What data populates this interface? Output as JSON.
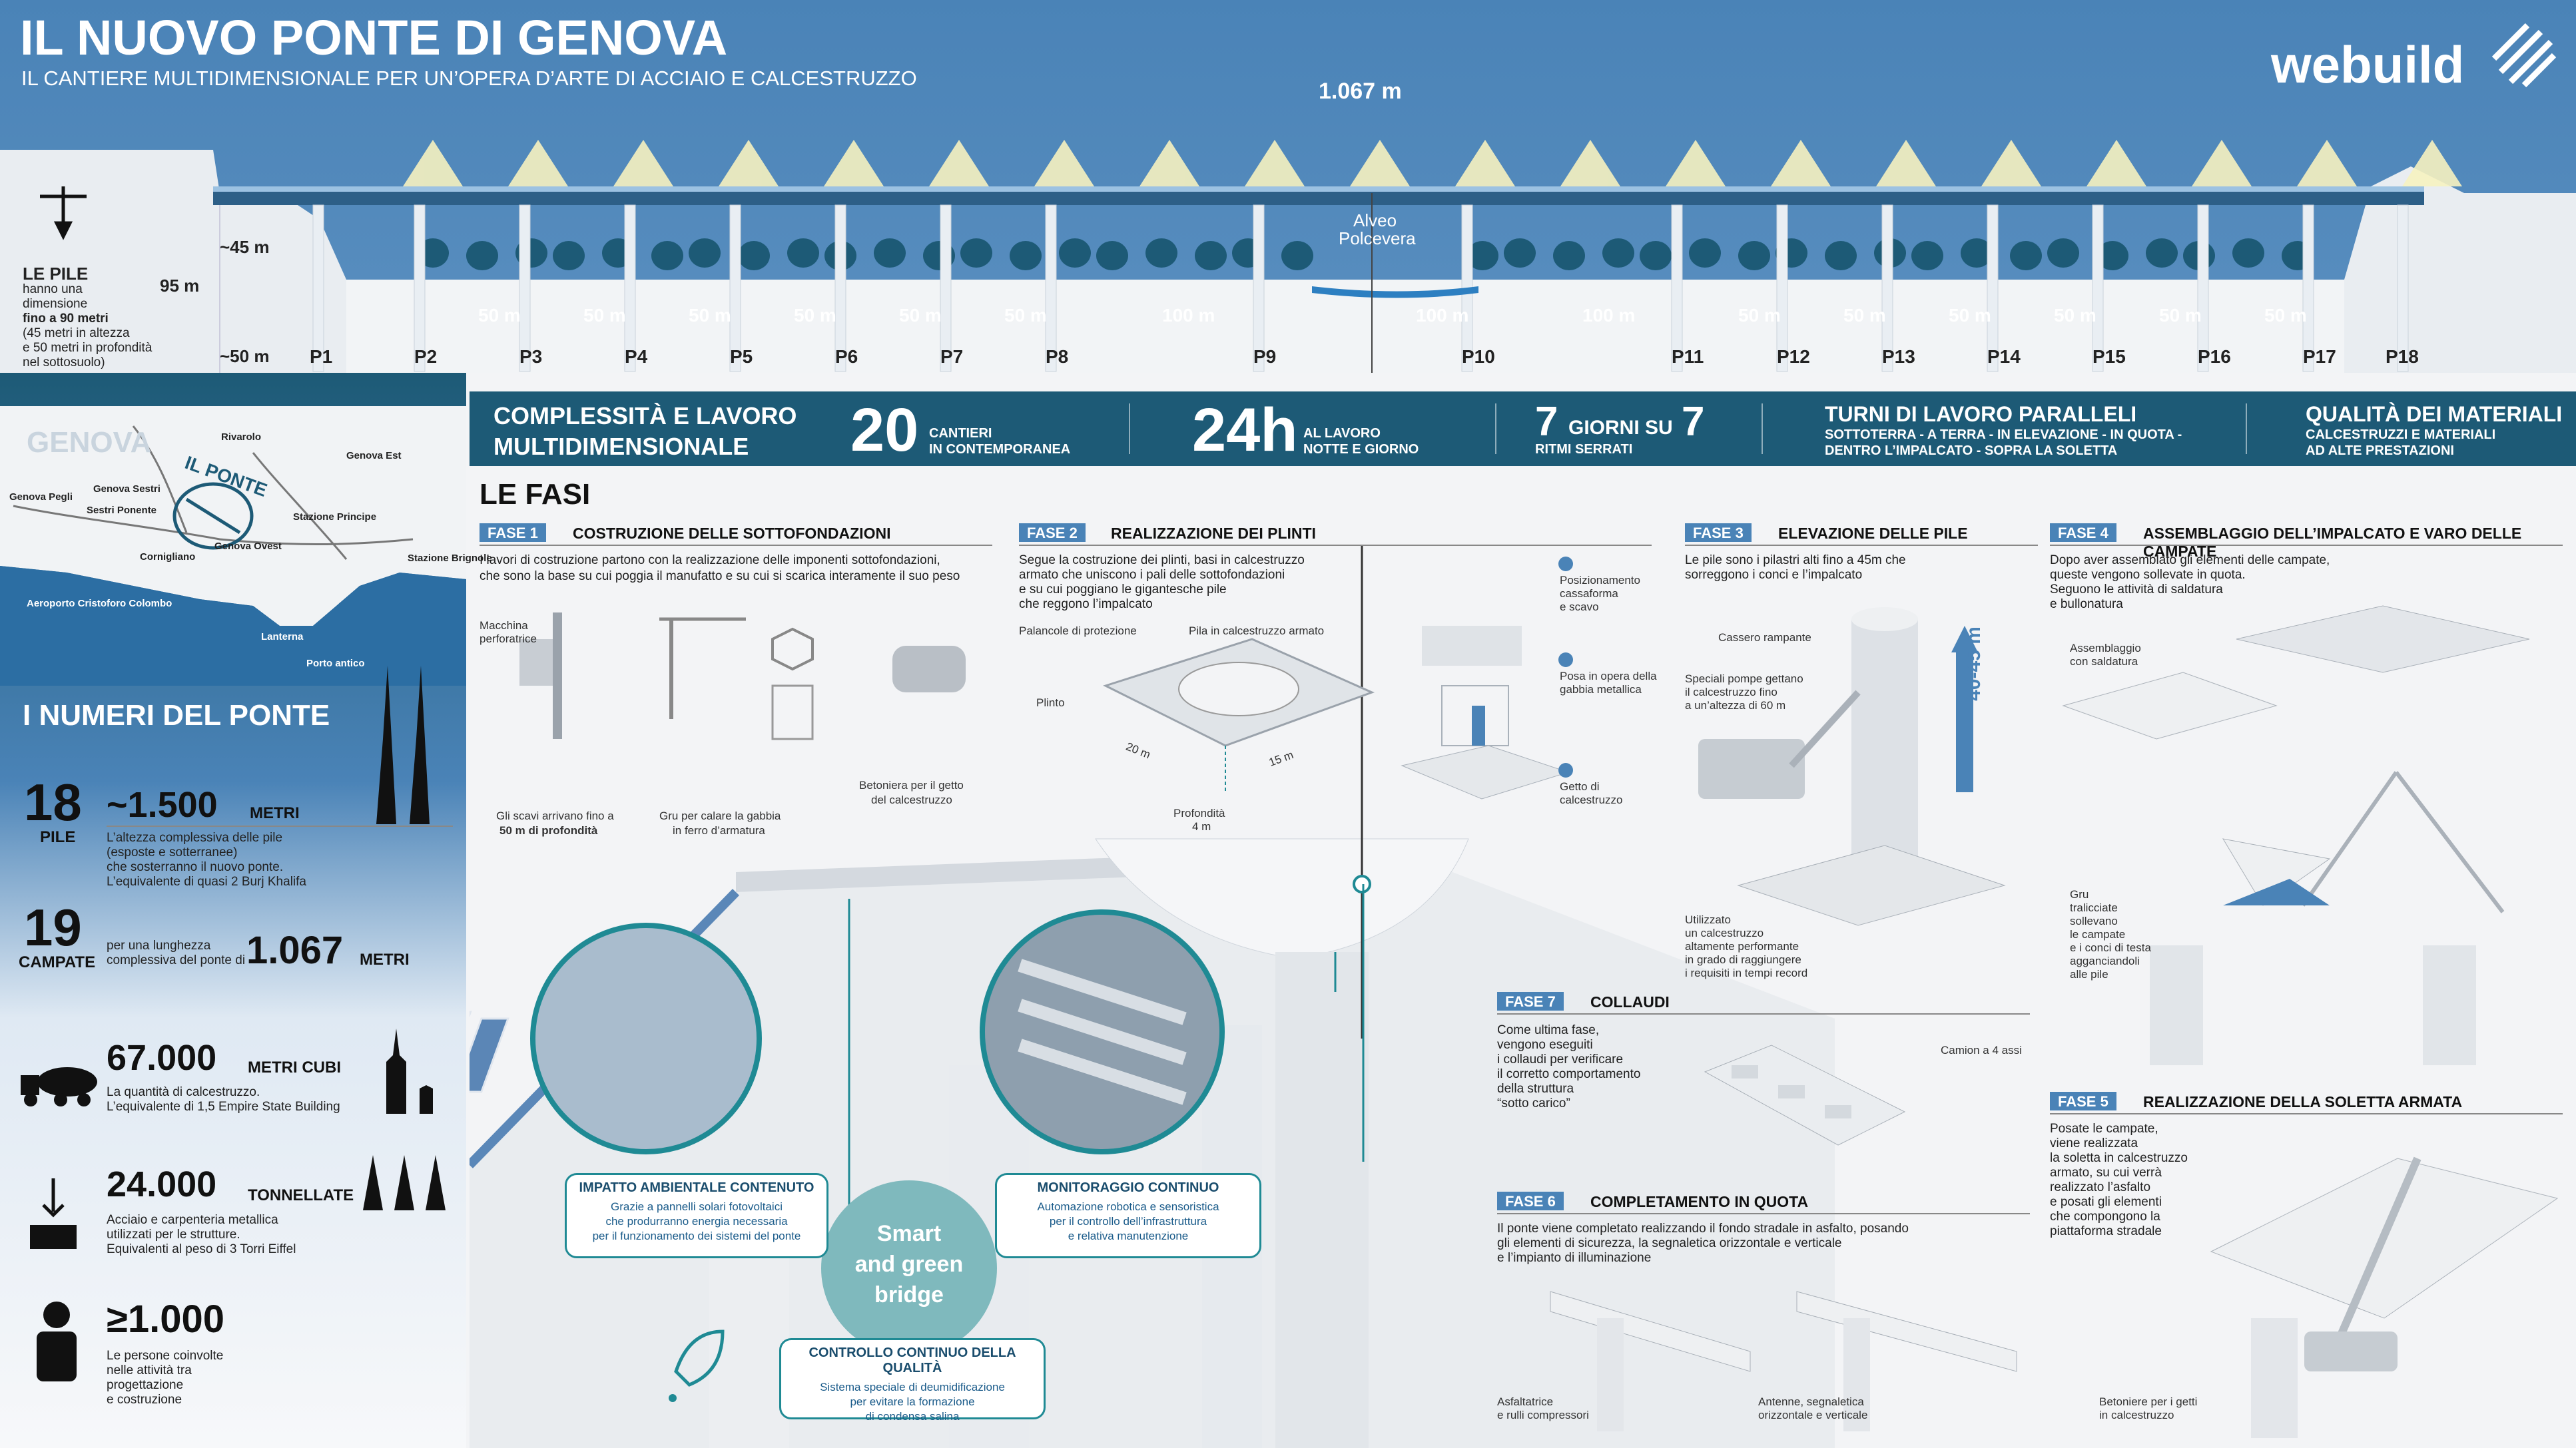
{
  "header": {
    "title": "IL NUOVO PONTE DI GENOVA",
    "subtitle": "IL CANTIERE MULTIDIMENSIONALE PER UN’OPERA D’ARTE DI ACCIAIO E CALCESTRUZZO",
    "brand": "webuild",
    "length": "1.067 m"
  },
  "profile": {
    "pile_title": "LE PILE",
    "pile_desc_1": "hanno una",
    "pile_desc_2": "dimensione",
    "pile_desc_3": "fino a 90 metri",
    "pile_desc_4": "(45 metri in altezza",
    "pile_desc_5": "e 50 metri in profondità",
    "pile_desc_6": "nel sottosuolo)",
    "h45": "~45 m",
    "h95": "95 m",
    "h50": "~50 m",
    "river_1": "Alveo",
    "river_2": "Polcevera",
    "spans": [
      "50 m",
      "50 m",
      "50 m",
      "50 m",
      "50 m",
      "50 m",
      "100 m",
      "100 m",
      "100 m",
      "50 m",
      "50 m",
      "50 m",
      "50 m",
      "50 m",
      "50 m"
    ],
    "piles": [
      "P1",
      "P2",
      "P3",
      "P4",
      "P5",
      "P6",
      "P7",
      "P8",
      "P9",
      "P10",
      "P11",
      "P12",
      "P13",
      "P14",
      "P15",
      "P16",
      "P17",
      "P18"
    ]
  },
  "band": {
    "t1_line1": "COMPLESSITÀ E LAVORO",
    "t1_line2": "MULTIDIMENSIONALE",
    "n1": "20",
    "n1_l1": "CANTIERI",
    "n1_l2": "IN CONTEMPORANEA",
    "n2": "24h",
    "n2_l1": "AL LAVORO",
    "n2_l2": "NOTTE E GIORNO",
    "n3a": "7",
    "n3b": "GIORNI SU",
    "n3c": "7",
    "n3_l2": "RITMI SERRATI",
    "t4": "TURNI DI LAVORO PARALLELI",
    "t4_l1": "SOTTOTERRA - A TERRA - IN ELEVAZIONE - IN QUOTA -",
    "t4_l2": "DENTRO L’IMPALCATO - SOPRA LA SOLETTA",
    "t5": "QUALITÀ DEI MATERIALI",
    "t5_l1": "CALCESTRUZZI E MATERIALI",
    "t5_l2": "AD ALTE PRESTAZIONI"
  },
  "map": {
    "city": "GENOVA",
    "il_ponte": "IL PONTE",
    "places": [
      "Rivarolo",
      "Genova Est",
      "Genova Pegli",
      "Genova Sestri",
      "Sestri Ponente",
      "Cornigliano",
      "Genova Ovest",
      "Stazione Principe",
      "Stazione Brignole",
      "Aeroporto Cristoforo Colombo",
      "Lanterna",
      "Porto antico"
    ]
  },
  "numbers": {
    "title": "I NUMERI DEL PONTE",
    "n18": "18",
    "n18_label": "PILE",
    "n1500": "~1.500",
    "n1500_unit": "METRI",
    "n1500_cap1": "L’altezza complessiva delle pile",
    "n1500_cap2": "(esposte e sotterranee)",
    "n1500_cap3": "che sosterranno il nuovo ponte.",
    "n1500_cap4": "L’equivalente di quasi 2 Burj Khalifa",
    "n19": "19",
    "n19_label": "CAMPATE",
    "n19_cap1": "per una lunghezza",
    "n19_cap2": "complessiva del ponte di",
    "n1067": "1.067",
    "n1067_unit": "METRI",
    "n67000": "67.000",
    "n67000_unit": "METRI CUBI",
    "n67000_cap1": "La quantità di calcestruzzo.",
    "n67000_cap2": "L’equivalente di 1,5 Empire State Building",
    "n24000": "24.000",
    "n24000_unit": "TONNELLATE",
    "n24000_cap1": "Acciaio e carpenteria metallica",
    "n24000_cap2": "utilizzati per le strutture.",
    "n24000_cap3": "Equivalenti al peso di 3 Torri Eiffel",
    "n1000": "≥1.000",
    "n1000_cap1": "Le persone coinvolte",
    "n1000_cap2": "nelle attività tra",
    "n1000_cap3": "progettazione",
    "n1000_cap4": "e costruzione"
  },
  "fasi": {
    "title": "LE FASI",
    "f1_tag": "FASE 1",
    "f1_title": "COSTRUZIONE DELLE SOTTOFONDAZIONI",
    "f1_text1": "I lavori di costruzione partono con la realizzazione delle imponenti sottofondazioni,",
    "f1_text2": "che sono la base su cui poggia il manufatto e su cui si scarica interamente il suo peso",
    "f1_c1a": "Macchina",
    "f1_c1b": "perforatrice",
    "f1_c2a": "Gli scavi arrivano fino a",
    "f1_c2b": "50 m di profondità",
    "f1_c3a": "Gru per calare la gabbia",
    "f1_c3b": "in ferro d’armatura",
    "f1_c4a": "Betoniera per il getto",
    "f1_c4b": "del calcestruzzo",
    "f2_tag": "FASE 2",
    "f2_title": "REALIZZAZIONE DEI PLINTI",
    "f2_text1": "Segue la costruzione dei plinti, basi in calcestruzzo",
    "f2_text2": "armato che uniscono i pali delle sottofondazioni",
    "f2_text3": "e su cui poggiano le gigantesche pile",
    "f2_text4": "che reggono l’impalcato",
    "f2_c1": "Palancole di protezione",
    "f2_c2": "Pila in calcestruzzo armato",
    "f2_c3": "Plinto",
    "f2_c4": "20 m",
    "f2_c5": "15 m",
    "f2_c6a": "Profondità",
    "f2_c6b": "4 m",
    "f2_s1a": "Posizionamento",
    "f2_s1b": "cassaforma",
    "f2_s1c": "e scavo",
    "f2_s2a": "Posa in opera della",
    "f2_s2b": "gabbia metallica",
    "f2_s3a": "Getto di",
    "f2_s3b": "calcestruzzo",
    "f3_tag": "FASE 3",
    "f3_title": "ELEVAZIONE DELLE PILE",
    "f3_text1": "Le pile sono i pilastri alti fino a 45m che",
    "f3_text2": "sorreggono i conci e l’impalcato",
    "f3_c1": "Cassero rampante",
    "f3_c2a": "Speciali pompe gettano",
    "f3_c2b": "il calcestruzzo fino",
    "f3_c2c": "a un’altezza di 60 m",
    "f3_c3": "40-45 m",
    "f3_c4a": "Utilizzato",
    "f3_c4b": "un calcestruzzo",
    "f3_c4c": "altamente performante",
    "f3_c4d": "in grado di raggiungere",
    "f3_c4e": "i requisiti in tempi record",
    "f4_tag": "FASE 4",
    "f4_title": "ASSEMBLAGGIO DELL’IMPALCATO E VARO DELLE CAMPATE",
    "f4_text1": "Dopo aver assemblato gli elementi delle campate,",
    "f4_text2": "queste vengono sollevate in quota.",
    "f4_text3": "Seguono le attività di saldatura",
    "f4_text4": "e bullonatura",
    "f4_c1a": "Assemblaggio",
    "f4_c1b": "con saldatura",
    "f4_c2a": "Gru",
    "f4_c2b": "tralicciate",
    "f4_c2c": "sollevano",
    "f4_c2d": "le campate",
    "f4_c2e": "e i conci di testa",
    "f4_c2f": "agganciandoli",
    "f4_c2g": "alle pile",
    "f5_tag": "FASE 5",
    "f5_title": "REALIZZAZIONE DELLA SOLETTA ARMATA",
    "f5_text1": "Posate le campate,",
    "f5_text2": "viene realizzata",
    "f5_text3": "la soletta in calcestruzzo",
    "f5_text4": "armato, su cui verrà",
    "f5_text5": "realizzato l’asfalto",
    "f5_text6": "e posati gli elementi",
    "f5_text7": "che compongono la",
    "f5_text8": "piattaforma stradale",
    "f5_c1a": "Betoniere per i getti",
    "f5_c1b": "in calcestruzzo",
    "f6_tag": "FASE 6",
    "f6_title": "COMPLETAMENTO IN QUOTA",
    "f6_text1": "Il ponte viene completato realizzando il fondo stradale in asfalto, posando",
    "f6_text2": "gli elementi di sicurezza, la segnaletica orizzontale e verticale",
    "f6_text3": "e l’impianto di illuminazione",
    "f6_c1a": "Asfaltatrice",
    "f6_c1b": "e rulli compressori",
    "f6_c2a": "Antenne, segnaletica",
    "f6_c2b": "orizzontale e verticale",
    "f7_tag": "FASE 7",
    "f7_title": "COLLAUDI",
    "f7_text1": "Come ultima fase,",
    "f7_text2": "vengono eseguiti",
    "f7_text3": "i collaudi per verificare",
    "f7_text4": "il corretto comportamento",
    "f7_text5": "della struttura",
    "f7_text6": "“sotto carico”",
    "f7_c1": "Camion a 4 assi"
  },
  "smart": {
    "center_1": "Smart",
    "center_2": "and green",
    "center_3": "bridge",
    "c1_title": "IMPATTO AMBIENTALE CONTENUTO",
    "c1_l1": "Grazie a pannelli solari fotovoltaici",
    "c1_l2": "che produrranno energia necessaria",
    "c1_l3": "per il funzionamento dei sistemi del ponte",
    "c2_title": "MONITORAGGIO CONTINUO",
    "c2_l1": "Automazione robotica e sensoristica",
    "c2_l2": "per il controllo dell’infrastruttura",
    "c2_l3": "e relativa manutenzione",
    "c3_title": "CONTROLLO CONTINUO DELLA QUALITÀ",
    "c3_l1": "Sistema speciale di deumidificazione",
    "c3_l2": "per evitare la formazione",
    "c3_l3": "di condensa salina"
  }
}
